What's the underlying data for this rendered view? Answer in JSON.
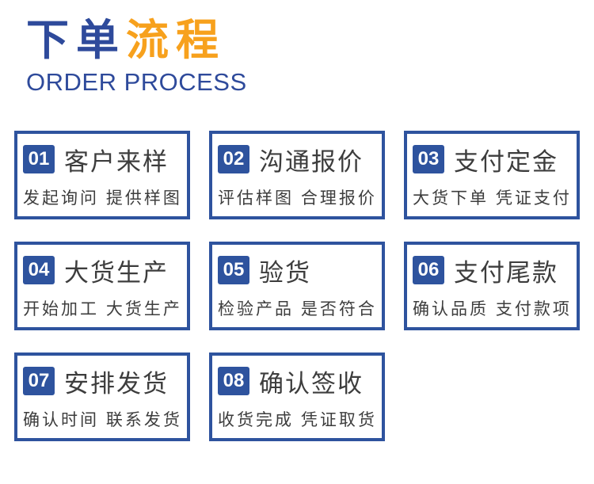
{
  "colors": {
    "blue-title": "#2e4a9b",
    "blue-box": "#2e539e",
    "orange": "#f7a11d",
    "text-dark": "#3d3d3d"
  },
  "header": {
    "title_part1": "下单",
    "title_part2": "流程",
    "subtitle": "ORDER PROCESS"
  },
  "steps": [
    {
      "number": "01",
      "title": "客户来样",
      "subtitle": "发起询问 提供样图"
    },
    {
      "number": "02",
      "title": "沟通报价",
      "subtitle": "评估样图 合理报价"
    },
    {
      "number": "03",
      "title": "支付定金",
      "subtitle": "大货下单 凭证支付"
    },
    {
      "number": "04",
      "title": "大货生产",
      "subtitle": "开始加工 大货生产"
    },
    {
      "number": "05",
      "title": "验货",
      "subtitle": "检验产品 是否符合"
    },
    {
      "number": "06",
      "title": "支付尾款",
      "subtitle": "确认品质 支付款项"
    },
    {
      "number": "07",
      "title": "安排发货",
      "subtitle": "确认时间 联系发货"
    },
    {
      "number": "08",
      "title": "确认签收",
      "subtitle": "收货完成 凭证取货"
    }
  ]
}
